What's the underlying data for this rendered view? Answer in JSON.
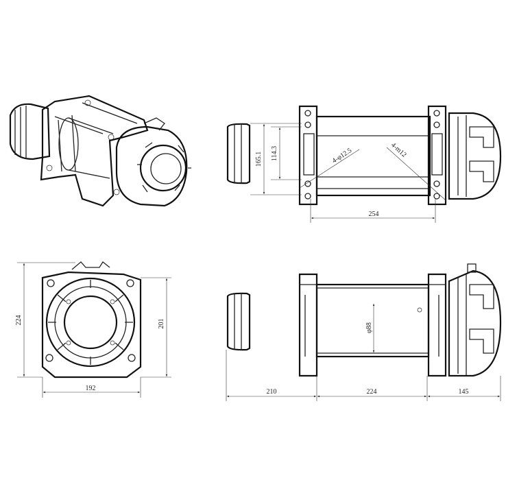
{
  "top_view": {
    "dim_height_outer": "165.1",
    "dim_height_inner": "114.3",
    "hole_callout_left": "4-φ12.5",
    "hole_callout_right": "4-m12",
    "dim_length": "254"
  },
  "front_view": {
    "dim_total_height": "224",
    "dim_body_height": "201",
    "dim_width": "192"
  },
  "side_view": {
    "dim_motor": "210",
    "dim_drum": "224",
    "dim_gearbox": "145",
    "dim_drum_diameter": "φ88"
  }
}
